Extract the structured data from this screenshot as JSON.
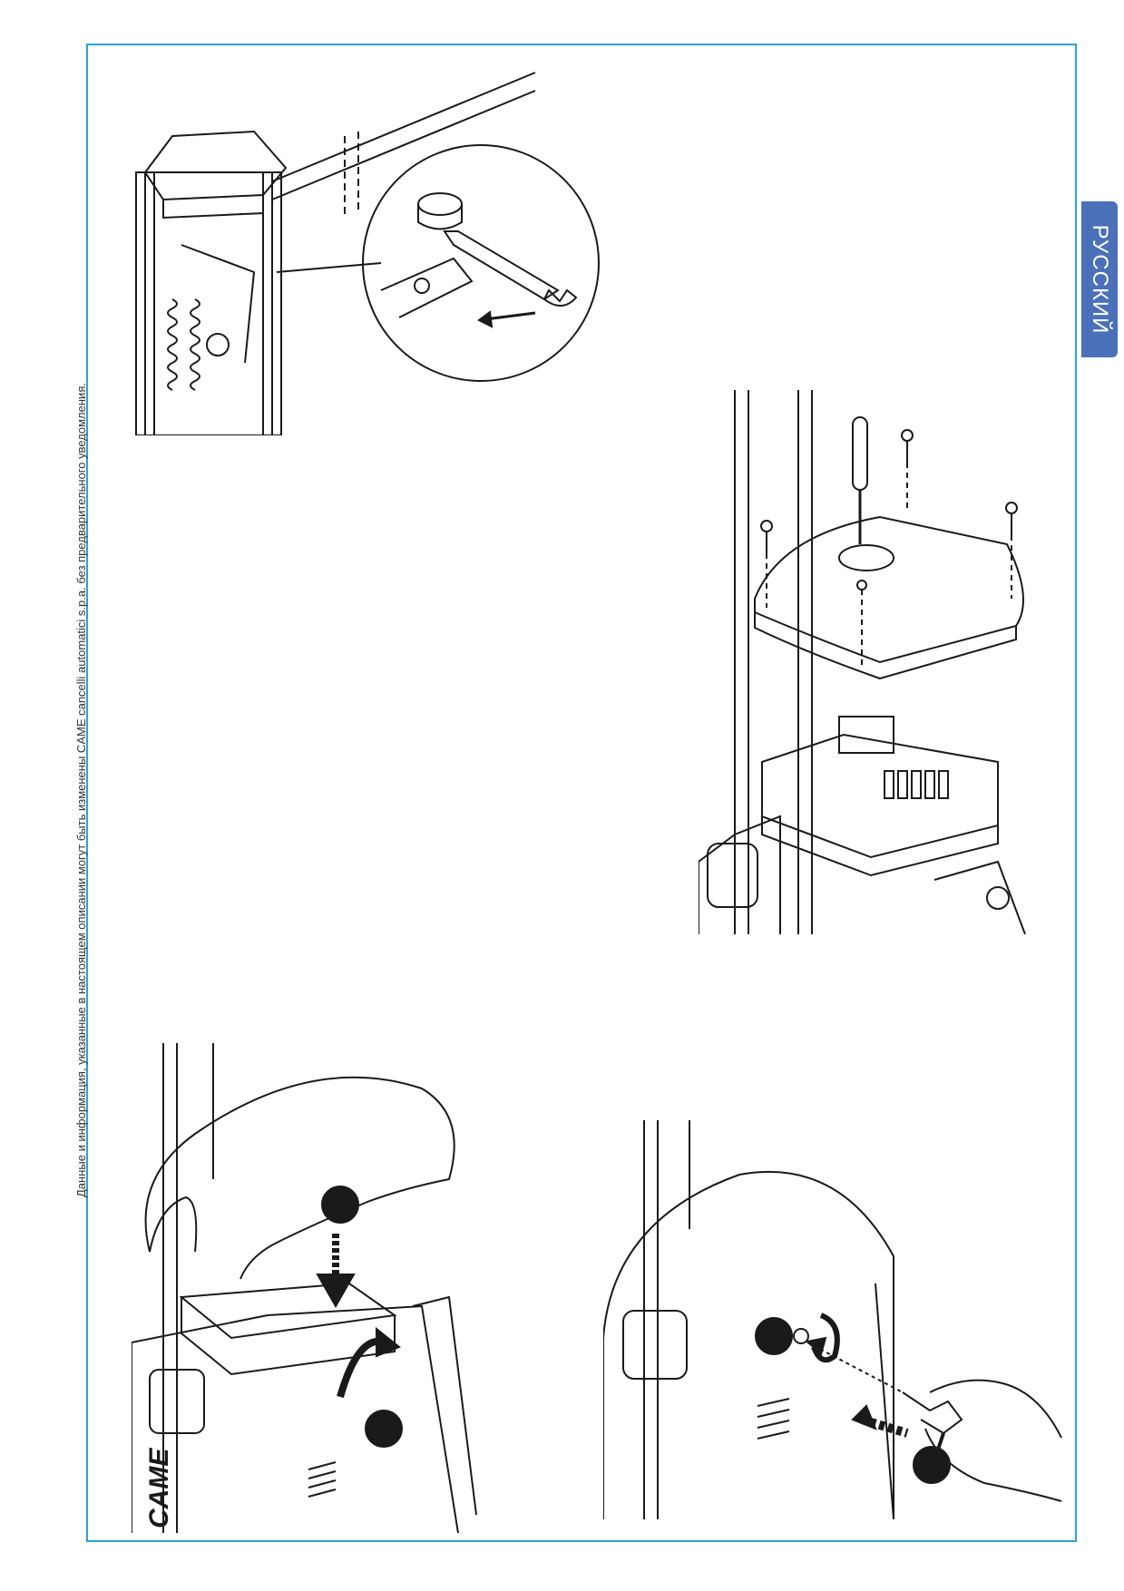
{
  "language_tab": "РУССКИЙ",
  "side_note": "Данные и информация, указанные в настоящем описании могут быть изменены CAME cancelli automatici s.p.a. без предварительного уведомления.",
  "brand_mark": "CAME",
  "colors": {
    "frame": "#2aa3d6",
    "tab": "#4a70b9",
    "line": "#1a1a1a"
  },
  "figures": [
    {
      "id": "wrench-detail",
      "icon": "wrench-icon"
    },
    {
      "id": "cover-screws",
      "icon": "screwdriver-icon"
    },
    {
      "id": "dome-install",
      "icon": "arrow-down-icon"
    },
    {
      "id": "lock-key",
      "icon": "key-icon"
    }
  ]
}
